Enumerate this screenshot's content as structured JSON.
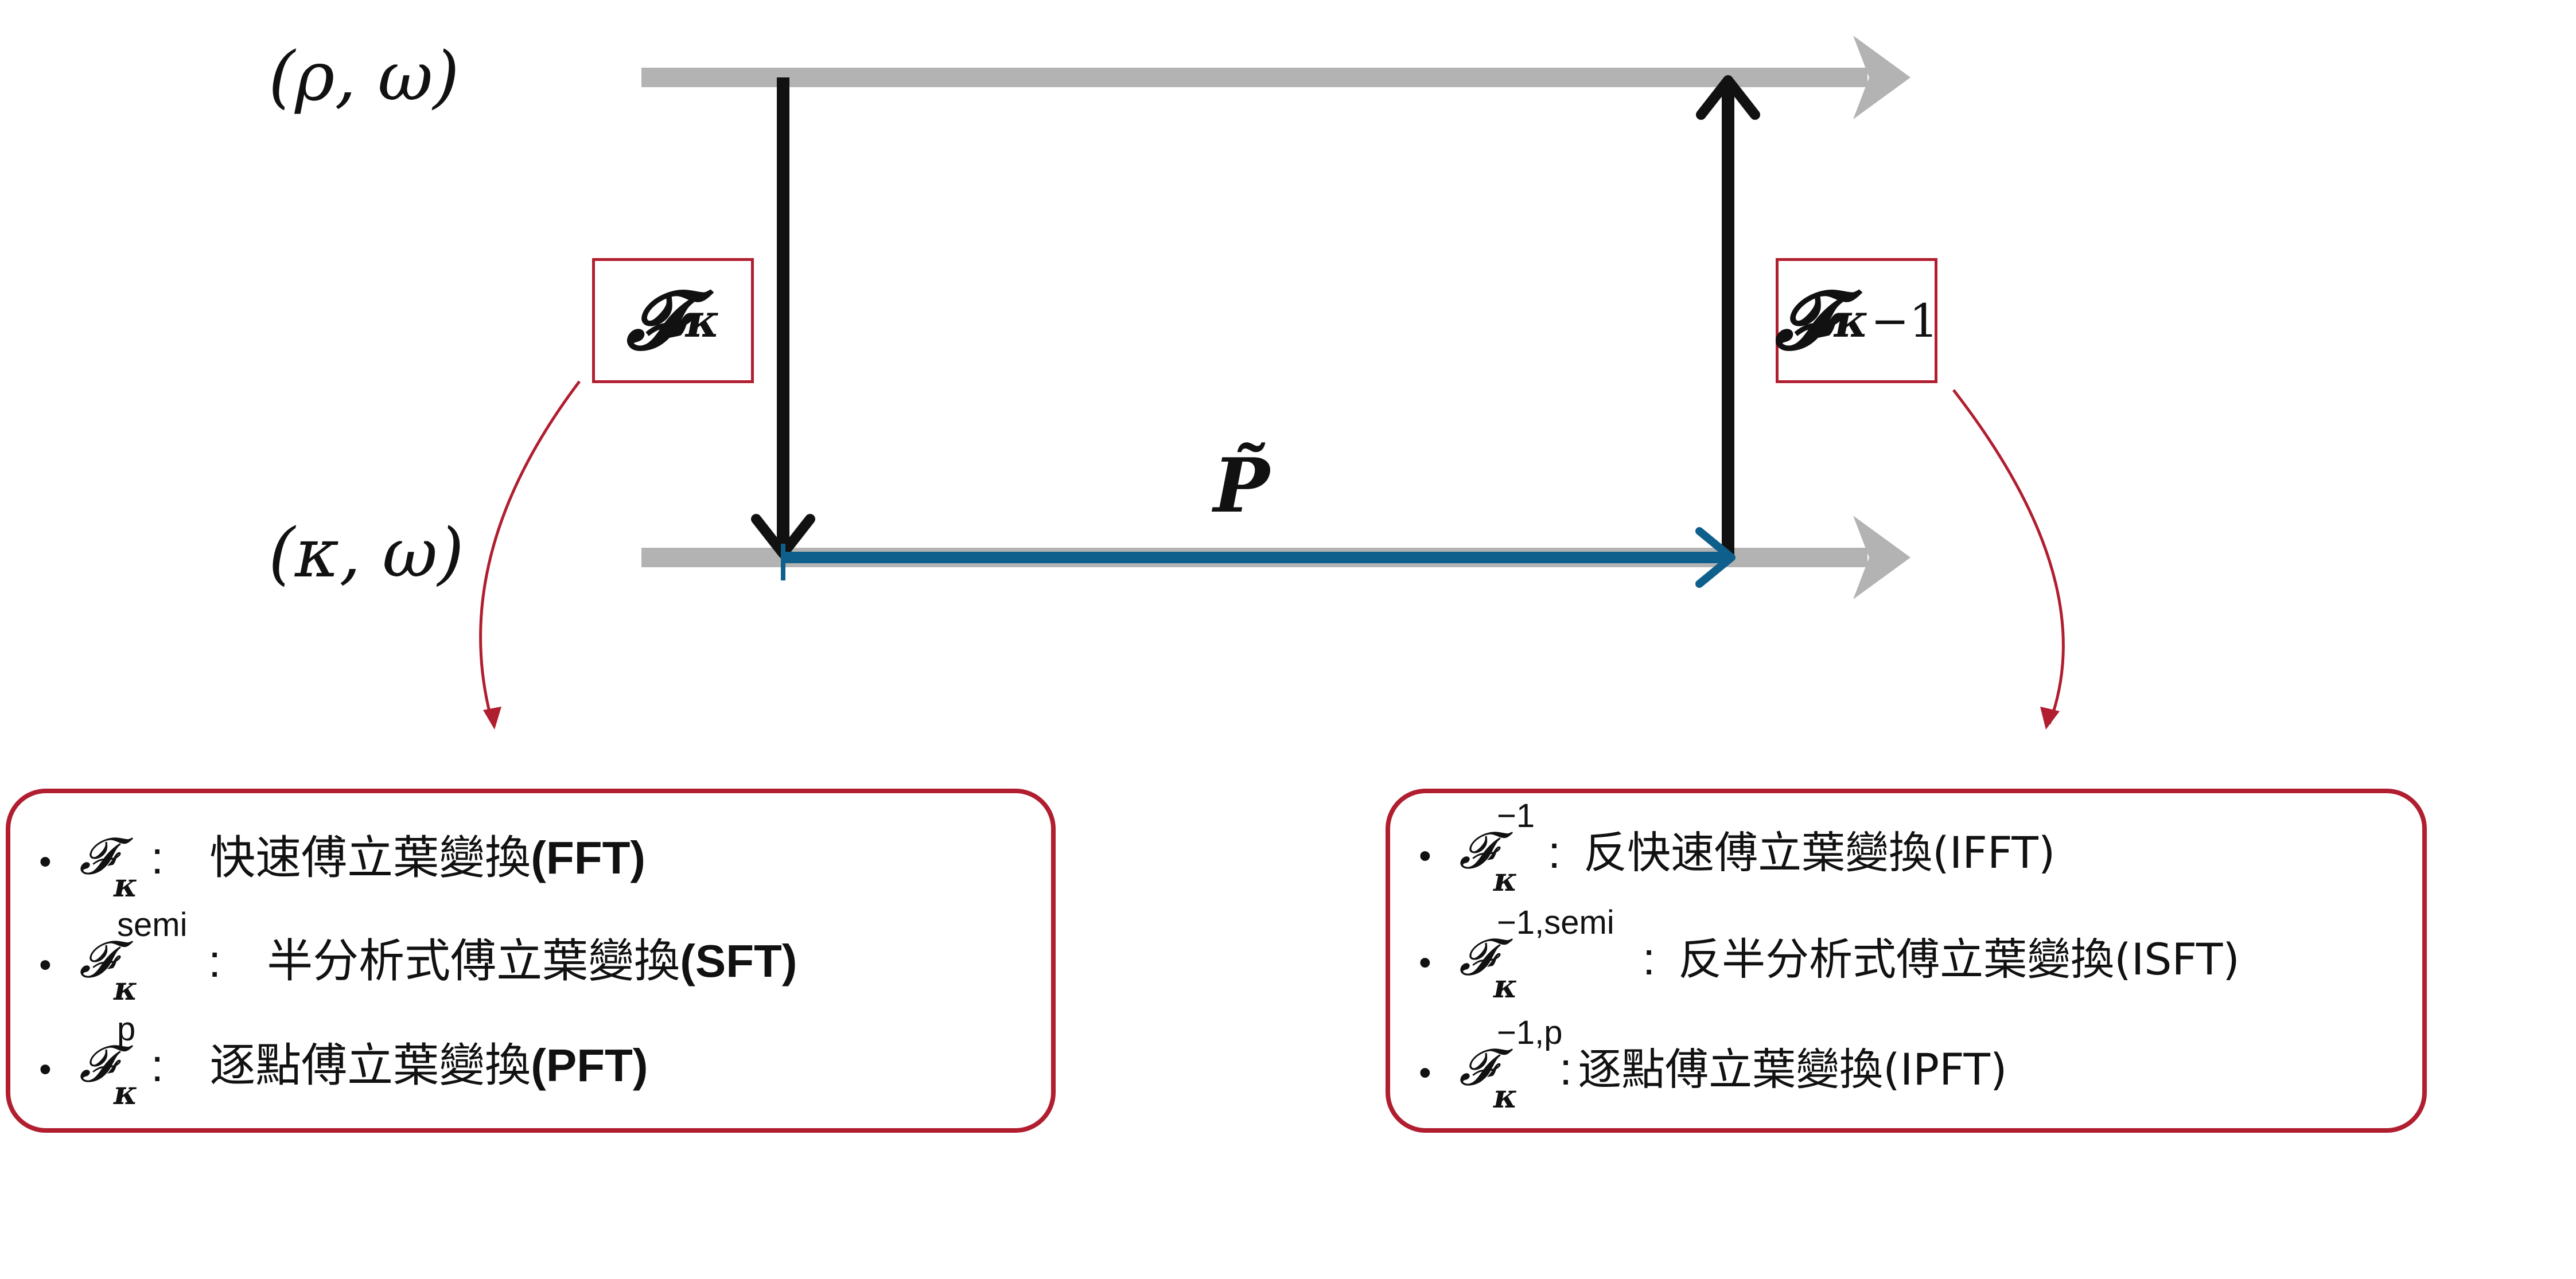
{
  "diagram": {
    "top_axis_label": "(ρ, ω)",
    "bottom_axis_label": "(κ, ω)",
    "forward_op": {
      "symbol": "𝓕",
      "sub": "κ",
      "sup": ""
    },
    "inverse_op": {
      "symbol": "𝓕",
      "sub": "κ",
      "sup": "−1"
    },
    "propagator": "P̃"
  },
  "left_list": {
    "items": [
      {
        "sup": "",
        "text": "快速傅立葉變換",
        "abbr": "(FFT)"
      },
      {
        "sup": "semi",
        "text": "半分析式傅立葉變換",
        "abbr": "(SFT)"
      },
      {
        "sup": "p",
        "text": "逐點傅立葉變換",
        "abbr": "(PFT)"
      }
    ]
  },
  "right_list": {
    "items": [
      {
        "sup": "−1",
        "text": "反快速傅立葉變換(IFFT)"
      },
      {
        "sup": "−1,semi",
        "text": "反半分析式傅立葉變換(ISFT)"
      },
      {
        "sup": "−1,p",
        "text": "逐點傅立葉變換(IPFT)"
      }
    ]
  },
  "colors": {
    "axis_gray": "#b3b3b3",
    "arrow_black": "#111111",
    "propagator_blue": "#0e5f8c",
    "accent_red": "#b01e2f"
  }
}
